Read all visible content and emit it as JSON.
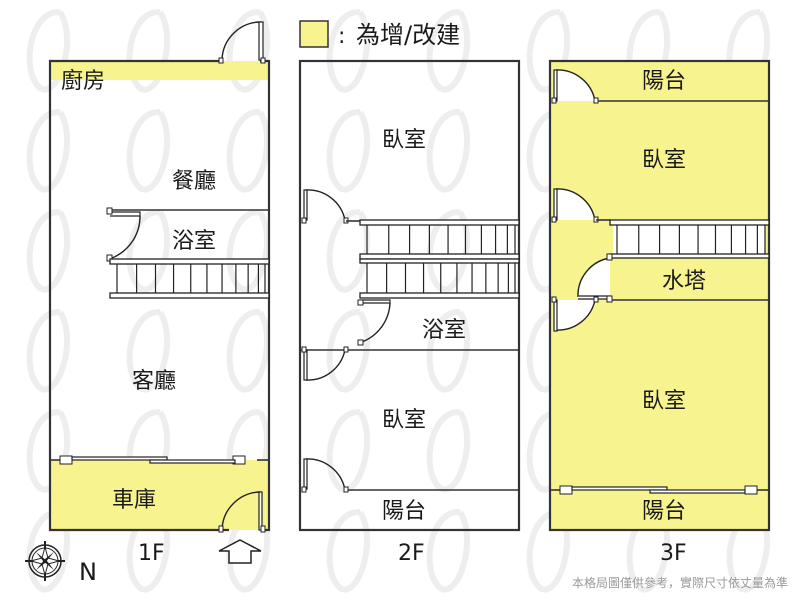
{
  "legend": {
    "swatch_color": "#f7f38e",
    "separator": ":",
    "label": "為增/改建"
  },
  "colors": {
    "addition_fill": "#f7f38e",
    "wall": "#333333",
    "background": "#ffffff"
  },
  "floors": [
    {
      "label": "1F",
      "rooms": [
        {
          "name": "廚房",
          "addition": true
        },
        {
          "name": "餐廳",
          "addition": false
        },
        {
          "name": "浴室",
          "addition": false
        },
        {
          "name": "客廳",
          "addition": false
        },
        {
          "name": "車庫",
          "addition": true
        }
      ],
      "entrance_arrow": "up-arrow-icon"
    },
    {
      "label": "2F",
      "rooms": [
        {
          "name": "臥室",
          "addition": false
        },
        {
          "name": "浴室",
          "addition": false
        },
        {
          "name": "臥室",
          "addition": false
        },
        {
          "name": "陽台",
          "addition": false
        }
      ]
    },
    {
      "label": "3F",
      "rooms": [
        {
          "name": "陽台",
          "addition": true
        },
        {
          "name": "臥室",
          "addition": true
        },
        {
          "name": "水塔",
          "addition": true
        },
        {
          "name": "臥室",
          "addition": true
        },
        {
          "name": "陽台",
          "addition": true
        }
      ]
    }
  ],
  "compass": {
    "icon": "compass-rose-icon",
    "direction_label": "N"
  },
  "disclaimer": "本格局圖僅供參考，實際尺寸依丈量為準"
}
